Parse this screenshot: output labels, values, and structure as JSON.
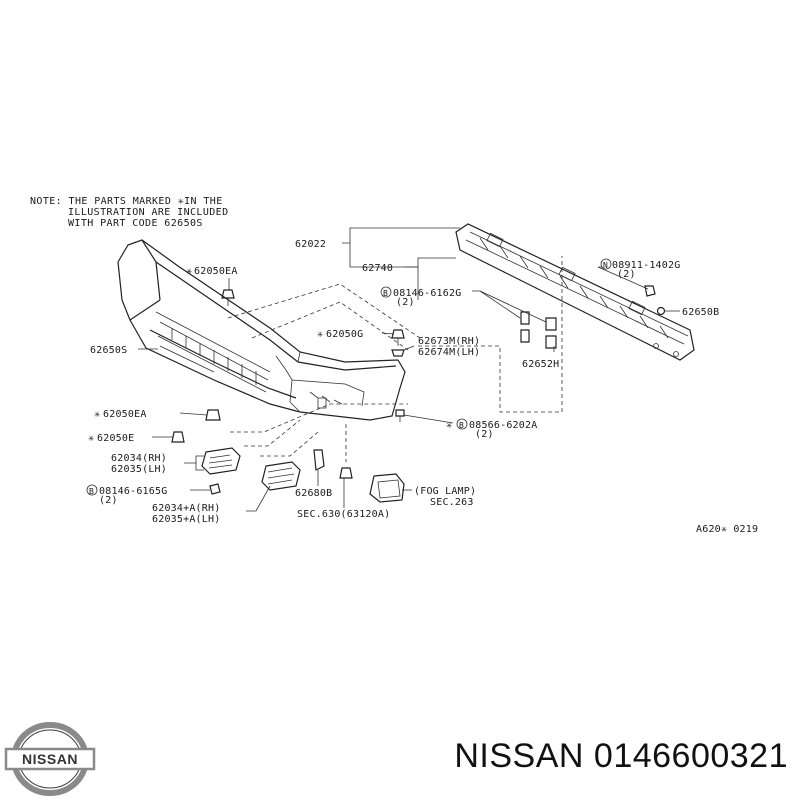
{
  "note": {
    "lines": [
      "NOTE: THE PARTS MARKED ✳IN THE",
      "ILLUSTRATION ARE INCLUDED",
      "WITH PART CODE 62650S"
    ]
  },
  "labels": {
    "p62022": "62022",
    "p62740": "62740",
    "p08911": "08911-1402G",
    "p08911_qty": "(2)",
    "p62650B": "62650B",
    "p62050EA_top": "62050EA",
    "p08146_6162": "08146-6162G",
    "p08146_6162_qty": "(2)",
    "p62050G": "62050G",
    "p62673M": "62673M(RH)",
    "p62674M": "62674M(LH)",
    "p62652H": "62652H",
    "p62650S": "62650S",
    "p62050EA_low": "62050EA",
    "p62050E": "62050E",
    "p08566": "08566-6202A",
    "p08566_qty": "(2)",
    "p62034": "62034(RH)",
    "p62035": "62035(LH)",
    "p08146_6165": "08146-6165G",
    "p08146_6165_qty": "(2)",
    "p62680B": "62680B",
    "p62034A": "62034+A(RH)",
    "p62035A": "62035+A(LH)",
    "sec630": "SEC.630(63120A)",
    "fog_lamp": "(FOG LAMP)",
    "sec263": "SEC.263",
    "ref_code": "A620✳ 0219"
  },
  "footer": {
    "brand_logo_text": "NISSAN",
    "title": "NISSAN 0146600321"
  },
  "colors": {
    "line": "#222222",
    "text": "#1a1a1a",
    "logo_gray": "#8a8a8a",
    "logo_dark": "#3a3a3a"
  }
}
